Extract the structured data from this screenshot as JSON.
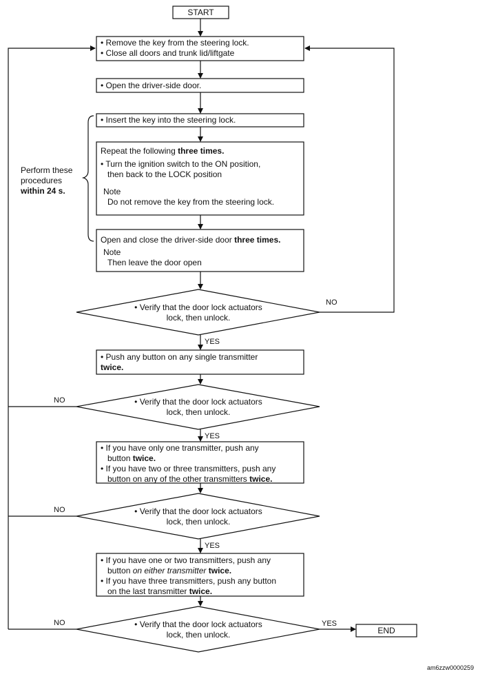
{
  "start": "START",
  "end": "END",
  "steps": {
    "s1": [
      "• Remove the key from  the steering lock.",
      "• Close all doors and trunk lid/liftgate"
    ],
    "s2": "• Open the driver-side door.",
    "s3": "• Insert the key into the steering lock.",
    "s4": {
      "line1": "Repeat the following ",
      "line1_bold": "three times.",
      "bullet1": "• Turn the ignition switch to the ON position,",
      "bullet1b": "  then back to the LOCK position",
      "note": "Note",
      "note_text": "Do not remove the key from the steering lock."
    },
    "s5": {
      "line1": "Open and close the driver-side door ",
      "line1_bold": "three times.",
      "note": "Note",
      "note_text": "Then leave the door open"
    },
    "s6": {
      "line1": "• Push any button on any single transmitter",
      "line2_bold": "twice."
    },
    "s7": {
      "l1": "• If you have only one transmitter, push any",
      "l2": "button ",
      "l2_bold": "twice.",
      "l3": "• If you have two or three transmitters, push any",
      "l4": "button on any of the other transmitters ",
      "l4_bold": "twice."
    },
    "s8": {
      "l1": "• If you have one or two transmitters, push any",
      "l2a": "button ",
      "l2i": "on either transmitter ",
      "l2_bold": "twice.",
      "l3": "• If you have three transmitters, push any button",
      "l4": "on the last transmitter ",
      "l4_bold": "twice."
    }
  },
  "decisions": {
    "d1": [
      "• Verify that the door lock actuators",
      "lock, then unlock."
    ],
    "d2": [
      "• Verify that the door lock actuators",
      "lock, then unlock."
    ],
    "d3": [
      "• Verify that the door lock actuators",
      "lock, then unlock."
    ],
    "d4": [
      "• Verify that the door lock actuators",
      "lock, then unlock."
    ]
  },
  "labels": {
    "yes": "YES",
    "no": "NO"
  },
  "bracket": {
    "l1": "Perform these",
    "l2": "procedures",
    "l3": "within 24 s."
  },
  "footer": "am6zzw0000259"
}
